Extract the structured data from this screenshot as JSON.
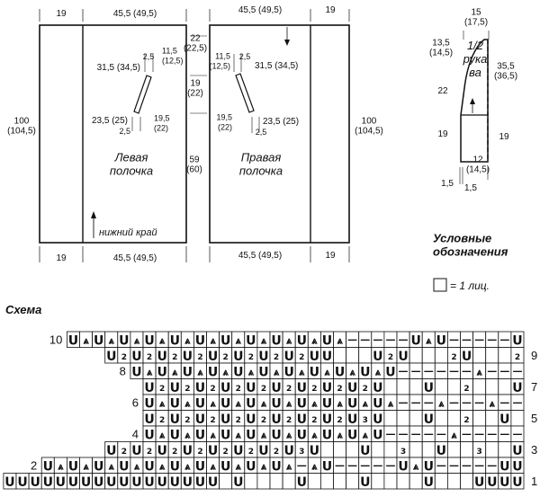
{
  "front_left": {
    "top_dim_side": "19",
    "top_dim_main": "45,5 (49,5)",
    "bottom_dim_side": "19",
    "bottom_dim_main": "45,5 (49,5)",
    "height_dim": "100\n(104,5)",
    "title": "Левая\nполочка",
    "edge_label": "нижний край",
    "pocket_top": "31,5 (34,5)",
    "pocket_top_small": "2,5",
    "pocket_right_top": "11,5\n(12,5)",
    "pocket_bottom": "23,5 (25)",
    "pocket_bottom_small": "2,5",
    "pocket_right_bottom": "19,5\n(22)"
  },
  "middle_dims": {
    "d1": "22\n(22,5)",
    "d2": "19\n(22)",
    "d3": "59\n(60)"
  },
  "front_right": {
    "top_dim_main": "45,5 (49,5)",
    "top_dim_side": "19",
    "bottom_dim_main": "45,5 (49,5)",
    "bottom_dim_side": "19",
    "height_dim": "100\n(104,5)",
    "title": "Правая\nполочка",
    "pocket_left_top": "11,5\n(12,5)",
    "pocket_top_small": "2,5",
    "pocket_top": "31,5 (34,5)",
    "pocket_left_bottom": "19,5\n(22)",
    "pocket_bottom": "23,5 (25)",
    "pocket_bottom_small": "2,5"
  },
  "sleeve": {
    "top_dim": "15\n(17,5)",
    "left_top": "13,5\n(14,5)",
    "left_mid": "22",
    "left_bottom": "19",
    "right_top": "35,5\n(36,5)",
    "right_bottom": "19",
    "title": "1/2\nрука\nва",
    "bottom_main": "12\n(14,5)",
    "bottom_left": "1,5",
    "bottom_right": "1,5"
  },
  "legend": {
    "title": "Условные\nобозначения",
    "item": "= 1 лиц."
  },
  "scheme": {
    "title": "Схема",
    "left_rows": [
      "10",
      "8",
      "6",
      "4",
      "2"
    ],
    "right_rows": [
      "9",
      "7",
      "5",
      "3",
      "1"
    ],
    "symbols": [
      "U",
      "⩓",
      "2",
      "3",
      "—"
    ]
  }
}
